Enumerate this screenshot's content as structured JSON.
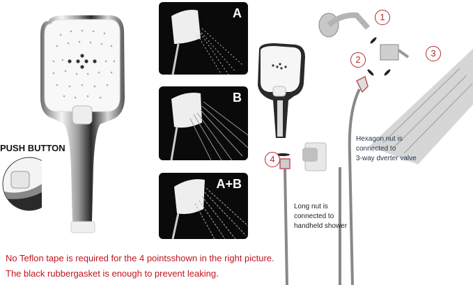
{
  "main_product": {
    "push_button_label": "PUSH BUTTON"
  },
  "spray_modes": [
    {
      "label": "A"
    },
    {
      "label": "B"
    },
    {
      "label": "A+B"
    }
  ],
  "installation": {
    "points": [
      {
        "number": "1"
      },
      {
        "number": "2"
      },
      {
        "number": "3"
      },
      {
        "number": "4"
      }
    ],
    "callouts": {
      "hexagon_nut": [
        "Hexagon nut is",
        "connected to",
        "3-way dverter valve"
      ],
      "long_nut": [
        "Long nut is",
        "connected to",
        "handheld shower"
      ]
    }
  },
  "notes": {
    "line1": "No Teflon tape is required for the 4 pointsshown in the right picture.",
    "line2": "The black rubbergasket is enough to prevent leaking."
  },
  "colors": {
    "note_red": "#c0141c",
    "badge_red": "#b22a2e",
    "callout_navy": "#1f2f4a",
    "panel_black": "#0a0a0a"
  }
}
